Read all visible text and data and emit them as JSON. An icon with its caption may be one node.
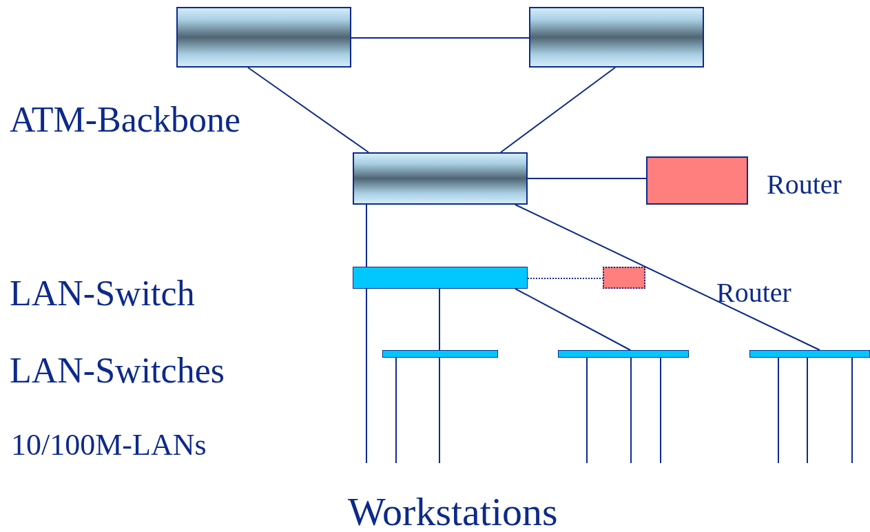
{
  "diagram": {
    "nodes": [
      {
        "text": [],
        "shape": "box"
      },
      {
        "text": [],
        "shape": "box"
      },
      {
        "text": [],
        "shape": "box"
      },
      {
        "text": [],
        "shape": "box",
        "beside": [
          "Router"
        ]
      },
      {
        "text": [],
        "shape": "bar"
      },
      {
        "text": [],
        "shape": "box",
        "beside": [
          "Router"
        ]
      },
      {
        "text": [],
        "shape": "bar"
      },
      {
        "text": [],
        "shape": "bar"
      },
      {
        "text": [],
        "shape": "bar"
      }
    ],
    "edges": [
      {
        "from": 0,
        "to": 1,
        "arrow": "none"
      },
      {
        "from": 0,
        "to": 2,
        "arrow": "none"
      },
      {
        "from": 1,
        "to": 2,
        "arrow": "none"
      },
      {
        "from": 2,
        "to": 3,
        "arrow": "none"
      },
      {
        "from": 2,
        "to": 4,
        "arrow": "none"
      },
      {
        "from": 2,
        "to": 8,
        "arrow": "none"
      },
      {
        "from": 4,
        "to": 5,
        "arrow": "none",
        "style": "dashed"
      },
      {
        "from": 4,
        "to": 6,
        "arrow": "none"
      },
      {
        "from": 4,
        "to": 7,
        "arrow": "none"
      },
      {
        "from": 4,
        "to": null,
        "arrow": "none"
      },
      {
        "from": 6,
        "to": null,
        "arrow": "none"
      },
      {
        "from": 6,
        "to": null,
        "arrow": "none"
      },
      {
        "from": 7,
        "to": null,
        "arrow": "none"
      },
      {
        "from": 7,
        "to": null,
        "arrow": "none"
      },
      {
        "from": 7,
        "to": null,
        "arrow": "none"
      },
      {
        "from": 8,
        "to": null,
        "arrow": "none"
      },
      {
        "from": 8,
        "to": null,
        "arrow": "none"
      },
      {
        "from": 8,
        "to": null,
        "arrow": "none"
      }
    ],
    "labels": [
      "ATM-Backbone",
      "LAN-Switch",
      "LAN-Switches",
      "10/100M-LANs",
      "Workstations"
    ]
  }
}
